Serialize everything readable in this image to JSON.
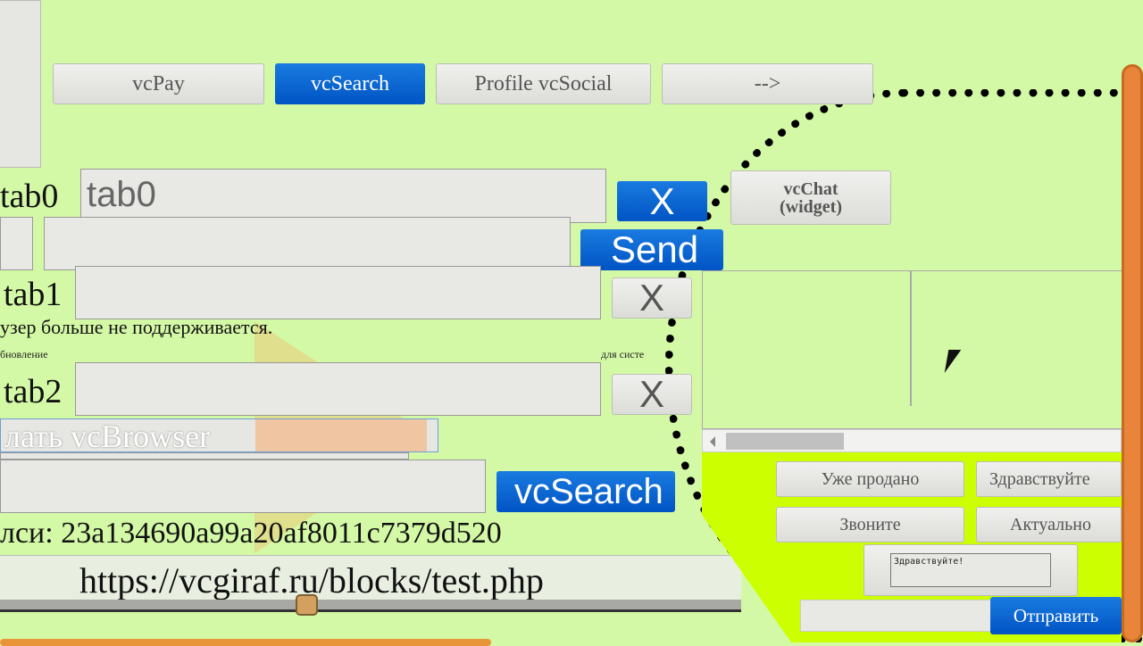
{
  "nav": {
    "tabs": [
      {
        "label": "vcPay",
        "active": false
      },
      {
        "label": "vcSearch",
        "active": true
      },
      {
        "label": "Profile vcSocial",
        "active": false
      },
      {
        "label": "-->",
        "active": false
      }
    ]
  },
  "tabs_panel": {
    "tab0": {
      "label": "tab0",
      "value": "tab0",
      "close": "X"
    },
    "send_label": "Send",
    "tab1": {
      "label": "tab1",
      "value": "",
      "close": "X"
    },
    "notice": "узер больше не поддерживается.",
    "small_notice_left": "бновление",
    "small_notice_right": "для систе",
    "tab2": {
      "label": "tab2",
      "value": "",
      "close": "X"
    },
    "browser_button": "лать vcBrowser",
    "search_value": "",
    "search_button": "vcSearch",
    "hash_text": "лси: 23a134690a99a20af8011c7379d520",
    "url": "https://vcgiraf.ru/blocks/test.php",
    "slider_value_percent": 43
  },
  "chat_widget": {
    "toggle_label": "vcChat (widget)",
    "quick_replies": [
      "Уже продано",
      "Здравствуйте",
      "Звоните",
      "Актуально"
    ],
    "message_value": "Здравствуйте!",
    "send_button": "Отправить"
  },
  "colors": {
    "page_bg": "#d4f9a6",
    "accent_blue": "#0a66d4",
    "chat_bg": "#ccff00",
    "scrollbar": "#e8853a"
  }
}
